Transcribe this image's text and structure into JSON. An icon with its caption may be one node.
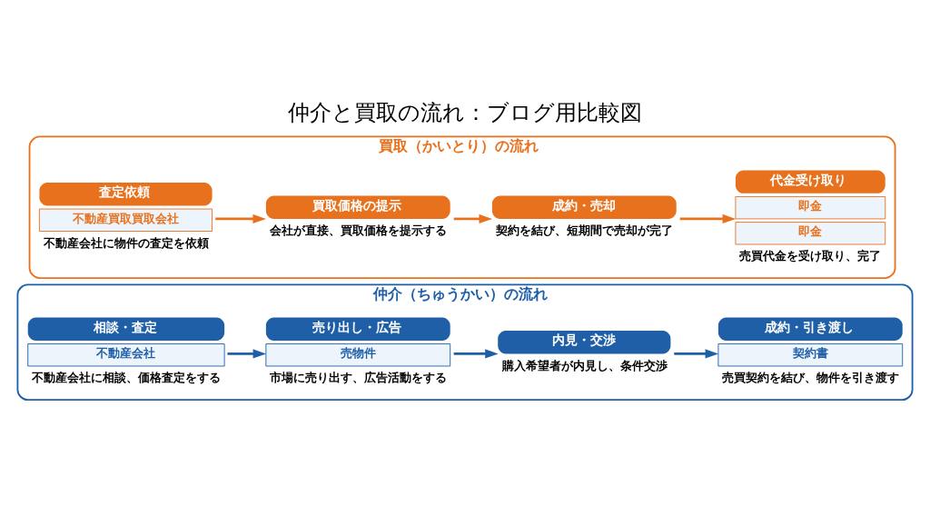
{
  "diagram": {
    "title": "仲介と買取の流れ：ブログ用比較図",
    "nodes": [
      {
        "text": [
          "仲介（ちゅうかい）の流れ"
        ]
      },
      {
        "text": [
          "相談・査定",
          "不動産会社",
          "不動産会社に相談、価格査定をする"
        ],
        "in": 0
      },
      {
        "text": [
          "売り出し・広告",
          "売物件",
          "市場に売り出す、広告活動をする"
        ],
        "in": 0
      },
      {
        "text": [
          "内見・交渉",
          "購入希望者が内見し、条件交渉"
        ],
        "in": 0
      },
      {
        "text": [
          "成約・引き渡し",
          "契約書",
          "売買契約を結び、物件を引き渡す"
        ],
        "in": 0
      },
      {
        "text": [
          "買取（かいとり）の流れ"
        ]
      },
      {
        "text": [
          "査定依頼",
          "不動産買取買取会社",
          "不動産会社に物件の査定を依頼"
        ],
        "in": 5
      },
      {
        "text": [
          "買取価格の提示",
          "会社が直接、買取価格を提示する"
        ],
        "in": 5
      },
      {
        "text": [
          "成約・売却",
          "契約を結び、短期間で売却が完了"
        ],
        "in": 5
      },
      {
        "text": [
          "代金受け取り",
          "即金",
          "即金",
          "売買代金を受け取り、完了"
        ],
        "in": 5
      }
    ],
    "edges": [
      {
        "from": 1,
        "to": 2,
        "arrow": "to",
        "color": "#1f5fa8"
      },
      {
        "from": 2,
        "to": 3,
        "arrow": "to",
        "color": "#1f5fa8"
      },
      {
        "from": 3,
        "to": 4,
        "arrow": "to",
        "color": "#1f5fa8"
      },
      {
        "from": 6,
        "to": 7,
        "arrow": "to",
        "color": "#e8711e"
      },
      {
        "from": 7,
        "to": 8,
        "arrow": "to",
        "color": "#e8711e"
      },
      {
        "from": 8,
        "to": 9,
        "arrow": "to",
        "color": "#e8711e"
      }
    ]
  }
}
